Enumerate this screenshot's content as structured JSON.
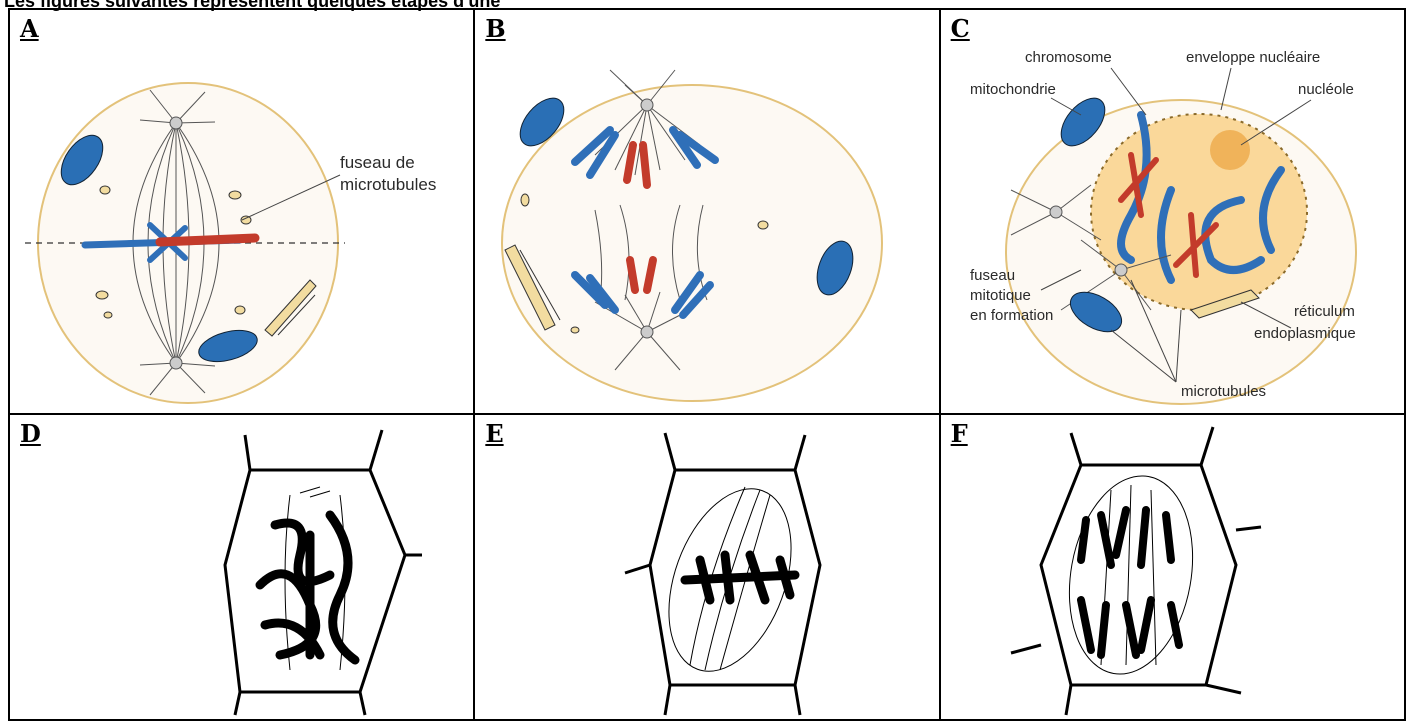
{
  "caption": "Les figures suivantes représentent quelques étapes d'une",
  "panels": [
    {
      "letter": "A",
      "labels": {
        "spindle": "fuseau de",
        "spindle2": "microtubules"
      }
    },
    {
      "letter": "B"
    },
    {
      "letter": "C",
      "labels": {
        "chromosome": "chromosome",
        "envelope": "enveloppe nucléaire",
        "mito": "mitochondrie",
        "nucleolus": "nucléole",
        "fuseau": "fuseau",
        "mitotique": "mitotique",
        "formation": "en formation",
        "reticulum": "réticulum",
        "endo": "endoplasmique",
        "microtubules": "microtubules"
      }
    },
    {
      "letter": "D"
    },
    {
      "letter": "E"
    },
    {
      "letter": "F"
    }
  ],
  "colors": {
    "cell_fill": "#fdf9f3",
    "cell_border": "#e3c27a",
    "mito": "#2a6fb5",
    "chrom_blue": "#2f6fb8",
    "chrom_red": "#c33b2b",
    "nucleus": "#fad89a"
  }
}
